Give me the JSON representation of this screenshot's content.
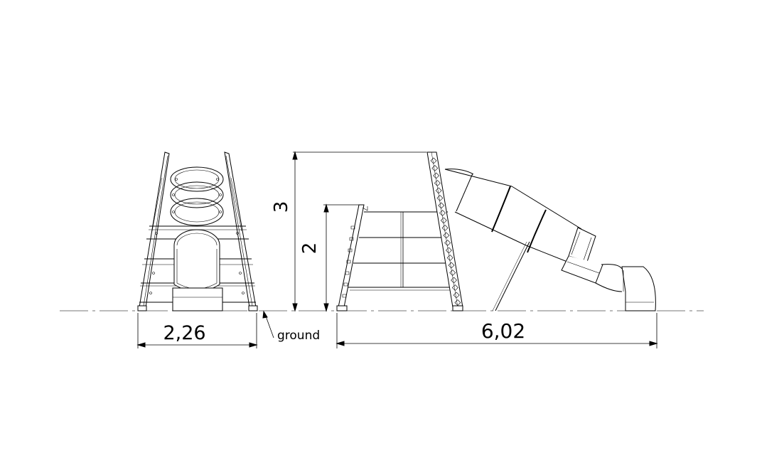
{
  "dimensions": {
    "width_front": "2,26",
    "length_side": "6,02",
    "height_total": "3",
    "height_platform": "2"
  },
  "labels": {
    "ground": "ground"
  }
}
